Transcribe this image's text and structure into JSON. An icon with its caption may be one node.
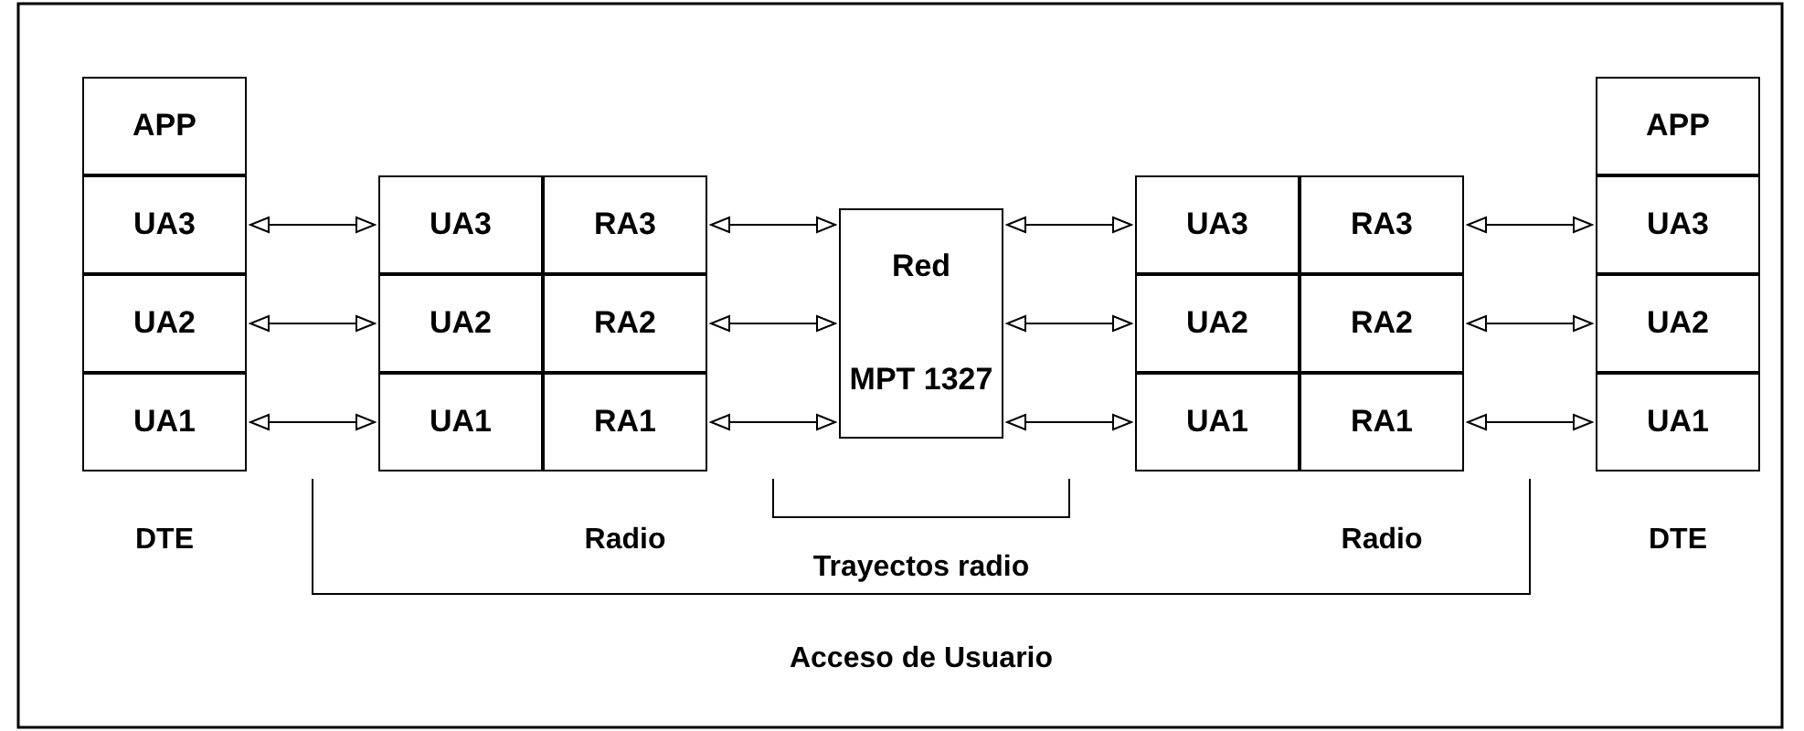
{
  "diagram": {
    "nodes": [
      {
        "text": [
          "APP"
        ]
      },
      {
        "text": [
          "UA3"
        ]
      },
      {
        "text": [
          "UA2"
        ]
      },
      {
        "text": [
          "UA1"
        ]
      },
      {
        "text": [
          "UA3"
        ]
      },
      {
        "text": [
          "RA3"
        ]
      },
      {
        "text": [
          "UA2"
        ]
      },
      {
        "text": [
          "RA2"
        ]
      },
      {
        "text": [
          "UA1"
        ]
      },
      {
        "text": [
          "RA1"
        ]
      },
      {
        "text": [
          "Red",
          "MPT 1327"
        ]
      },
      {
        "text": [
          "UA3"
        ]
      },
      {
        "text": [
          "RA3"
        ]
      },
      {
        "text": [
          "UA2"
        ]
      },
      {
        "text": [
          "RA2"
        ]
      },
      {
        "text": [
          "UA1"
        ]
      },
      {
        "text": [
          "RA1"
        ]
      },
      {
        "text": [
          "APP"
        ]
      },
      {
        "text": [
          "UA3"
        ]
      },
      {
        "text": [
          "UA2"
        ]
      },
      {
        "text": [
          "UA1"
        ]
      }
    ],
    "edges": [
      {
        "from": 1,
        "to": 4,
        "arrow": "both"
      },
      {
        "from": 2,
        "to": 6,
        "arrow": "both"
      },
      {
        "from": 3,
        "to": 8,
        "arrow": "both"
      },
      {
        "from": 5,
        "to": 10,
        "arrow": "both"
      },
      {
        "from": 7,
        "to": 10,
        "arrow": "both"
      },
      {
        "from": 9,
        "to": 10,
        "arrow": "both"
      },
      {
        "from": 10,
        "to": 11,
        "arrow": "both"
      },
      {
        "from": 10,
        "to": 13,
        "arrow": "both"
      },
      {
        "from": 10,
        "to": 15,
        "arrow": "both"
      },
      {
        "from": 12,
        "to": 18,
        "arrow": "both"
      },
      {
        "from": 14,
        "to": 19,
        "arrow": "both"
      },
      {
        "from": 16,
        "to": 20,
        "arrow": "both"
      }
    ],
    "labels": [
      "DTE",
      "Radio",
      "Radio",
      "DTE",
      "Trayectos radio",
      "Acceso de Usuario"
    ]
  }
}
